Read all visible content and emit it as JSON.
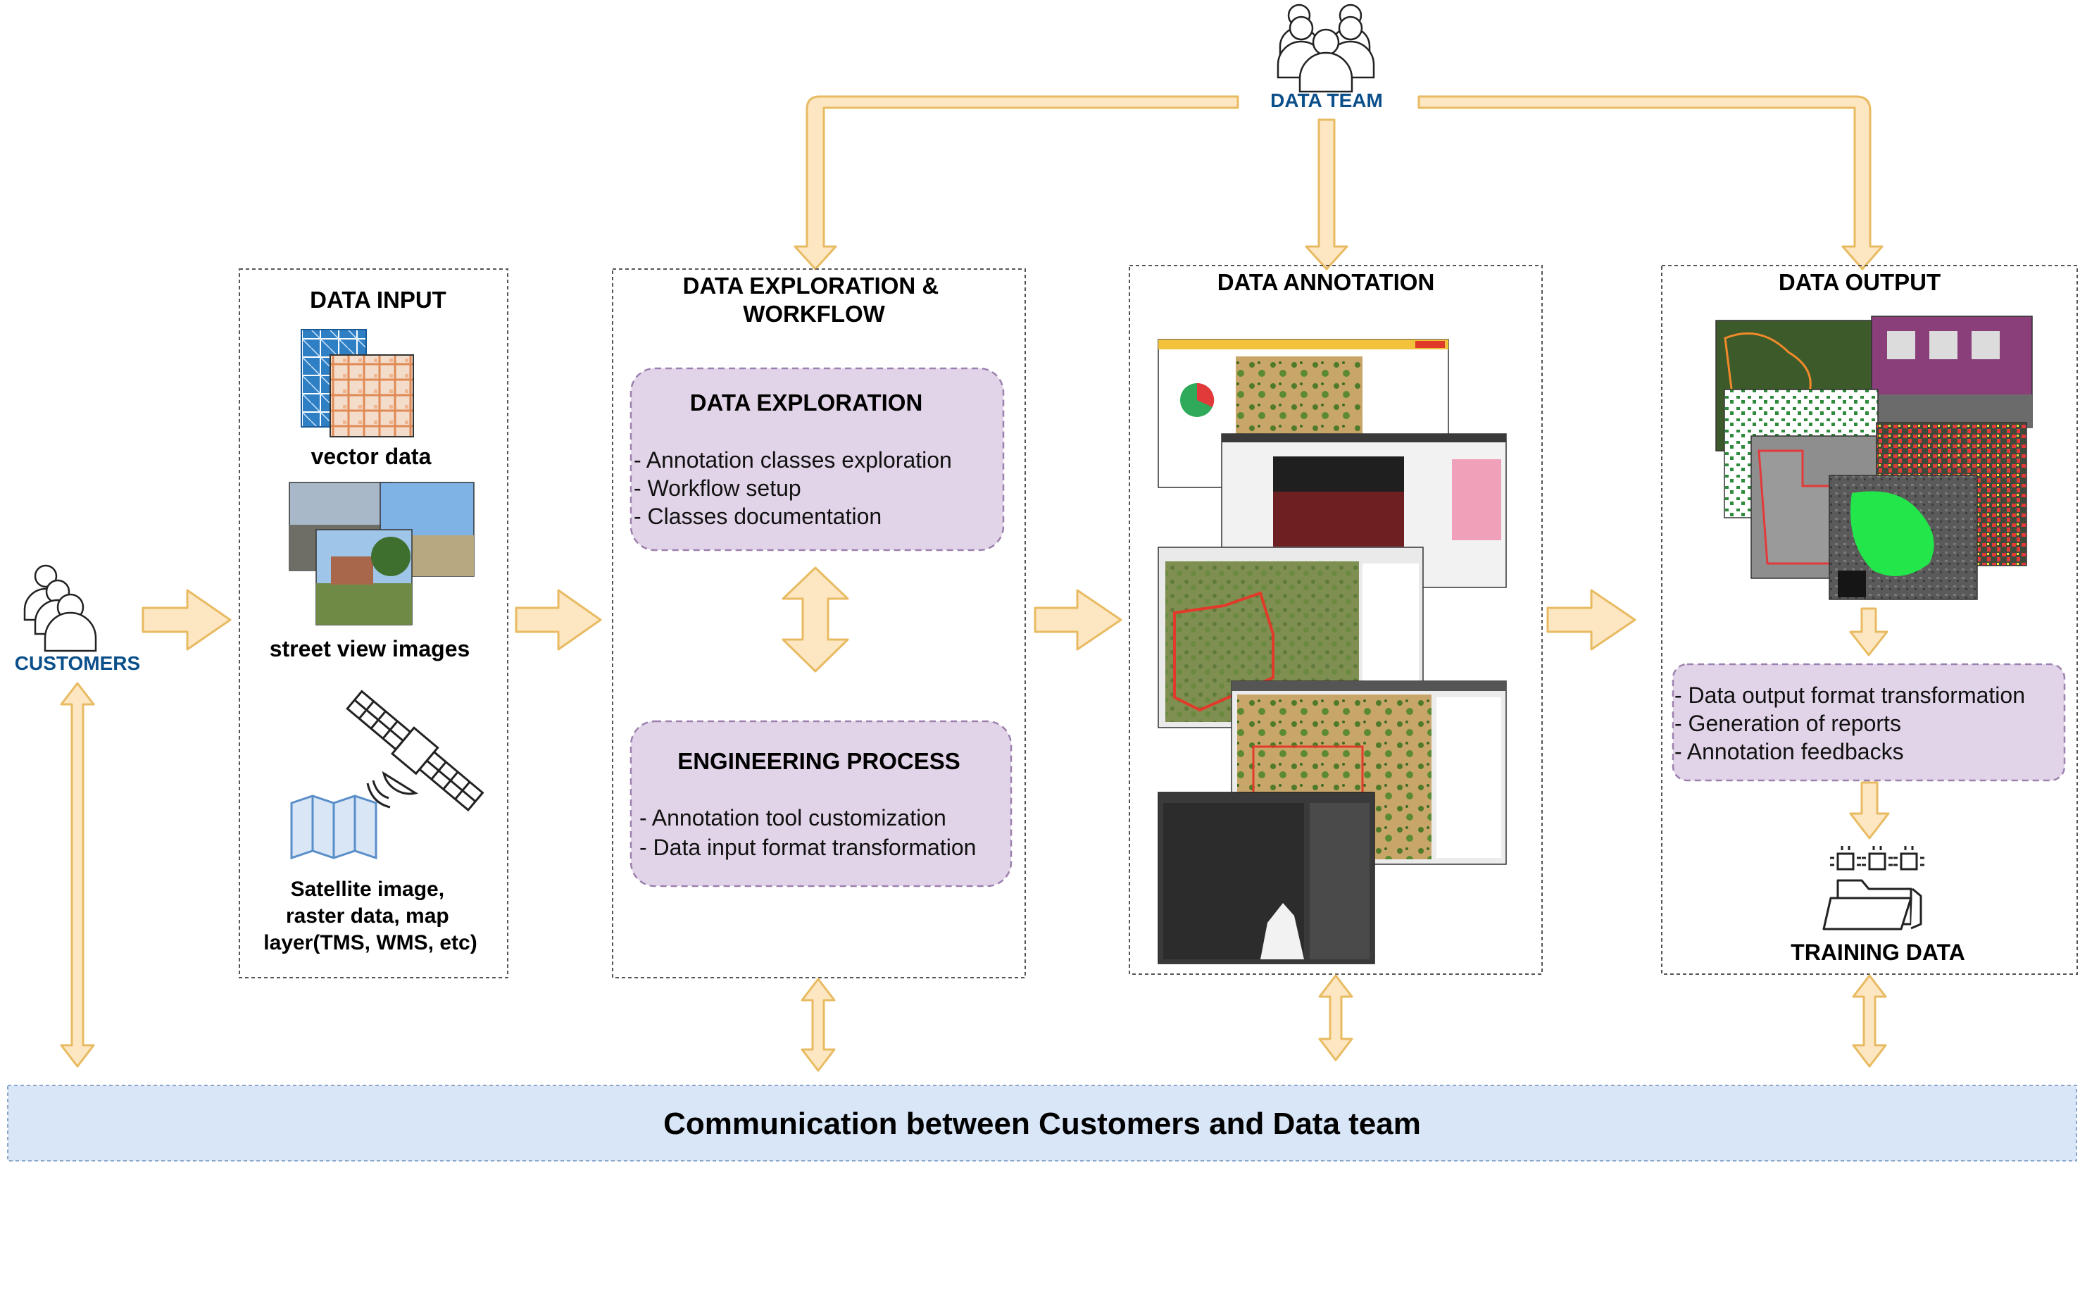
{
  "actors": {
    "data_team": "DATA TEAM",
    "customers": "CUSTOMERS"
  },
  "panels": {
    "data_input": {
      "title": "DATA INPUT",
      "vector_label": "vector data",
      "street_label": "street view images",
      "satellite_label_lines": [
        "Satellite image,",
        "raster data, map",
        "layer(TMS, WMS, etc)"
      ]
    },
    "exploration": {
      "title_lines": [
        "DATA EXPLORATION &",
        "WORKFLOW"
      ],
      "exploration_box": {
        "title": "DATA EXPLORATION",
        "items": [
          "- Annotation classes exploration",
          "- Workflow setup",
          "- Classes documentation"
        ]
      },
      "engineering_box": {
        "title": "ENGINEERING PROCESS",
        "items": [
          "- Annotation tool customization",
          "- Data input format transformation"
        ]
      }
    },
    "annotation": {
      "title": "DATA ANNOTATION"
    },
    "output": {
      "title": "DATA OUTPUT",
      "items": [
        "- Data output format transformation",
        "- Generation of reports",
        "- Annotation feedbacks"
      ],
      "training_label": "TRAINING DATA"
    }
  },
  "communication_bar": "Communication between Customers and Data team",
  "icons": [
    "people-group-icon",
    "map-icon",
    "satellite-icon",
    "chip-icon",
    "folder-icon"
  ],
  "colors": {
    "arrow_fill": "#fde6c2",
    "arrow_stroke": "#e8bb62",
    "purple_box": "#e2d4e8",
    "purple_border": "#9c80ad",
    "comm_bar": "#d9e6f7",
    "actor_text": "#0b4f8a"
  }
}
